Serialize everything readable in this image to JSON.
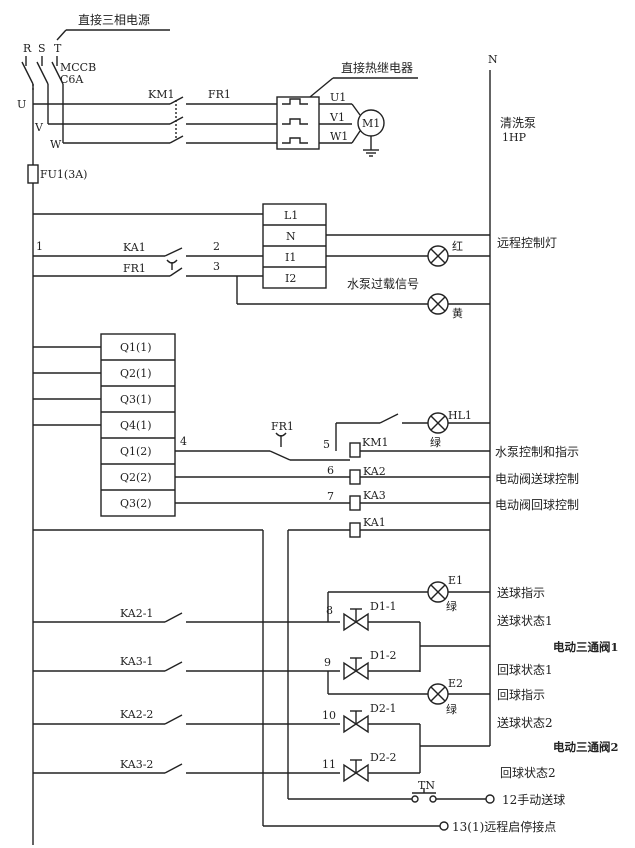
{
  "titles": {
    "power_supply": "直接三相电源",
    "thermal_relay": "直接热继电器",
    "pump_name": "清洗泵",
    "pump_power": "1HP"
  },
  "phases": {
    "r": "R",
    "s": "S",
    "t": "T",
    "u": "U",
    "v": "V",
    "w": "W",
    "n": "N"
  },
  "breaker": {
    "name": "MCCB",
    "rating": "C6A"
  },
  "motor": {
    "contactor": "KM1",
    "overload": "FR1",
    "u": "U1",
    "v": "V1",
    "w": "W1",
    "label": "M1"
  },
  "fuse": "FU1(3A)",
  "plc_io": {
    "l1": "L1",
    "n": "N",
    "i1": "I1",
    "i2": "I2"
  },
  "nodes": {
    "n1": "1",
    "n2": "2",
    "n3": "3",
    "n4": "4",
    "n5": "5",
    "n6": "6",
    "n7": "7",
    "n8": "8",
    "n9": "9",
    "n10": "10",
    "n11": "11"
  },
  "relay_contacts": {
    "ka1": "KA1",
    "fr1": "FR1",
    "fr1_b": "FR1"
  },
  "lamps": {
    "red": "红",
    "yellow": "黄",
    "green": "绿",
    "hl1": "HL1",
    "e1": "E1",
    "e2": "E2"
  },
  "signals": {
    "remote_lamp": "远程控制灯",
    "overload_signal": "水泵过载信号",
    "pump_control": "水泵控制和指示",
    "valve_send": "电动阀送球控制",
    "valve_return": "电动阀回球控制"
  },
  "outputs": [
    "Q1(1)",
    "Q2(1)",
    "Q3(1)",
    "Q4(1)",
    "Q1(2)",
    "Q2(2)",
    "Q3(2)"
  ],
  "coils": {
    "km1": "KM1",
    "ka2": "KA2",
    "ka3": "KA3",
    "ka1": "KA1"
  },
  "contacts": {
    "ka2_1": "KA2-1",
    "ka3_1": "KA3-1",
    "ka2_2": "KA2-2",
    "ka3_2": "KA3-2"
  },
  "valves": {
    "d1_1": "D1-1",
    "d1_2": "D1-2",
    "d2_1": "D2-1",
    "d2_2": "D2-2"
  },
  "status": {
    "send_indicator": "送球指示",
    "send_state1": "送球状态1",
    "valve1": "电动三通阀1",
    "return_state1": "回球状态1",
    "return_indicator": "回球指示",
    "send_state2": "送球状态2",
    "valve2": "电动三通阀2",
    "return_state2": "回球状态2"
  },
  "button": "TN",
  "terminals": {
    "manual_send": "12手动送球",
    "remote_start": "13(1)远程启停接点"
  }
}
